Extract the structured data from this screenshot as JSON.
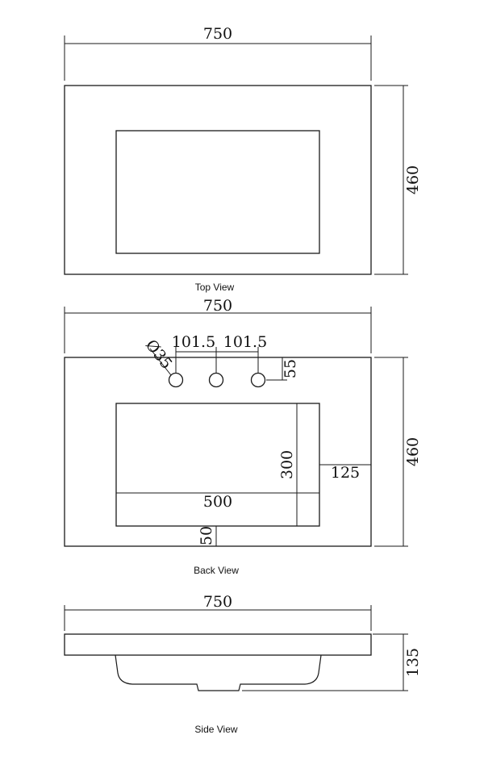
{
  "top_view": {
    "caption": "Top View",
    "width_dim": "750",
    "depth_dim": "460"
  },
  "back_view": {
    "caption": "Back View",
    "width_dim": "750",
    "depth_dim": "460",
    "hole_diameter": "Ø35",
    "hole_spacing_left": "101.5",
    "hole_spacing_right": "101.5",
    "hole_offset": "55",
    "basin_width": "500",
    "basin_depth": "300",
    "basin_side_offset": "125",
    "basin_front_offset": "50"
  },
  "side_view": {
    "caption": "Side View",
    "width_dim": "750",
    "height_dim": "135"
  }
}
